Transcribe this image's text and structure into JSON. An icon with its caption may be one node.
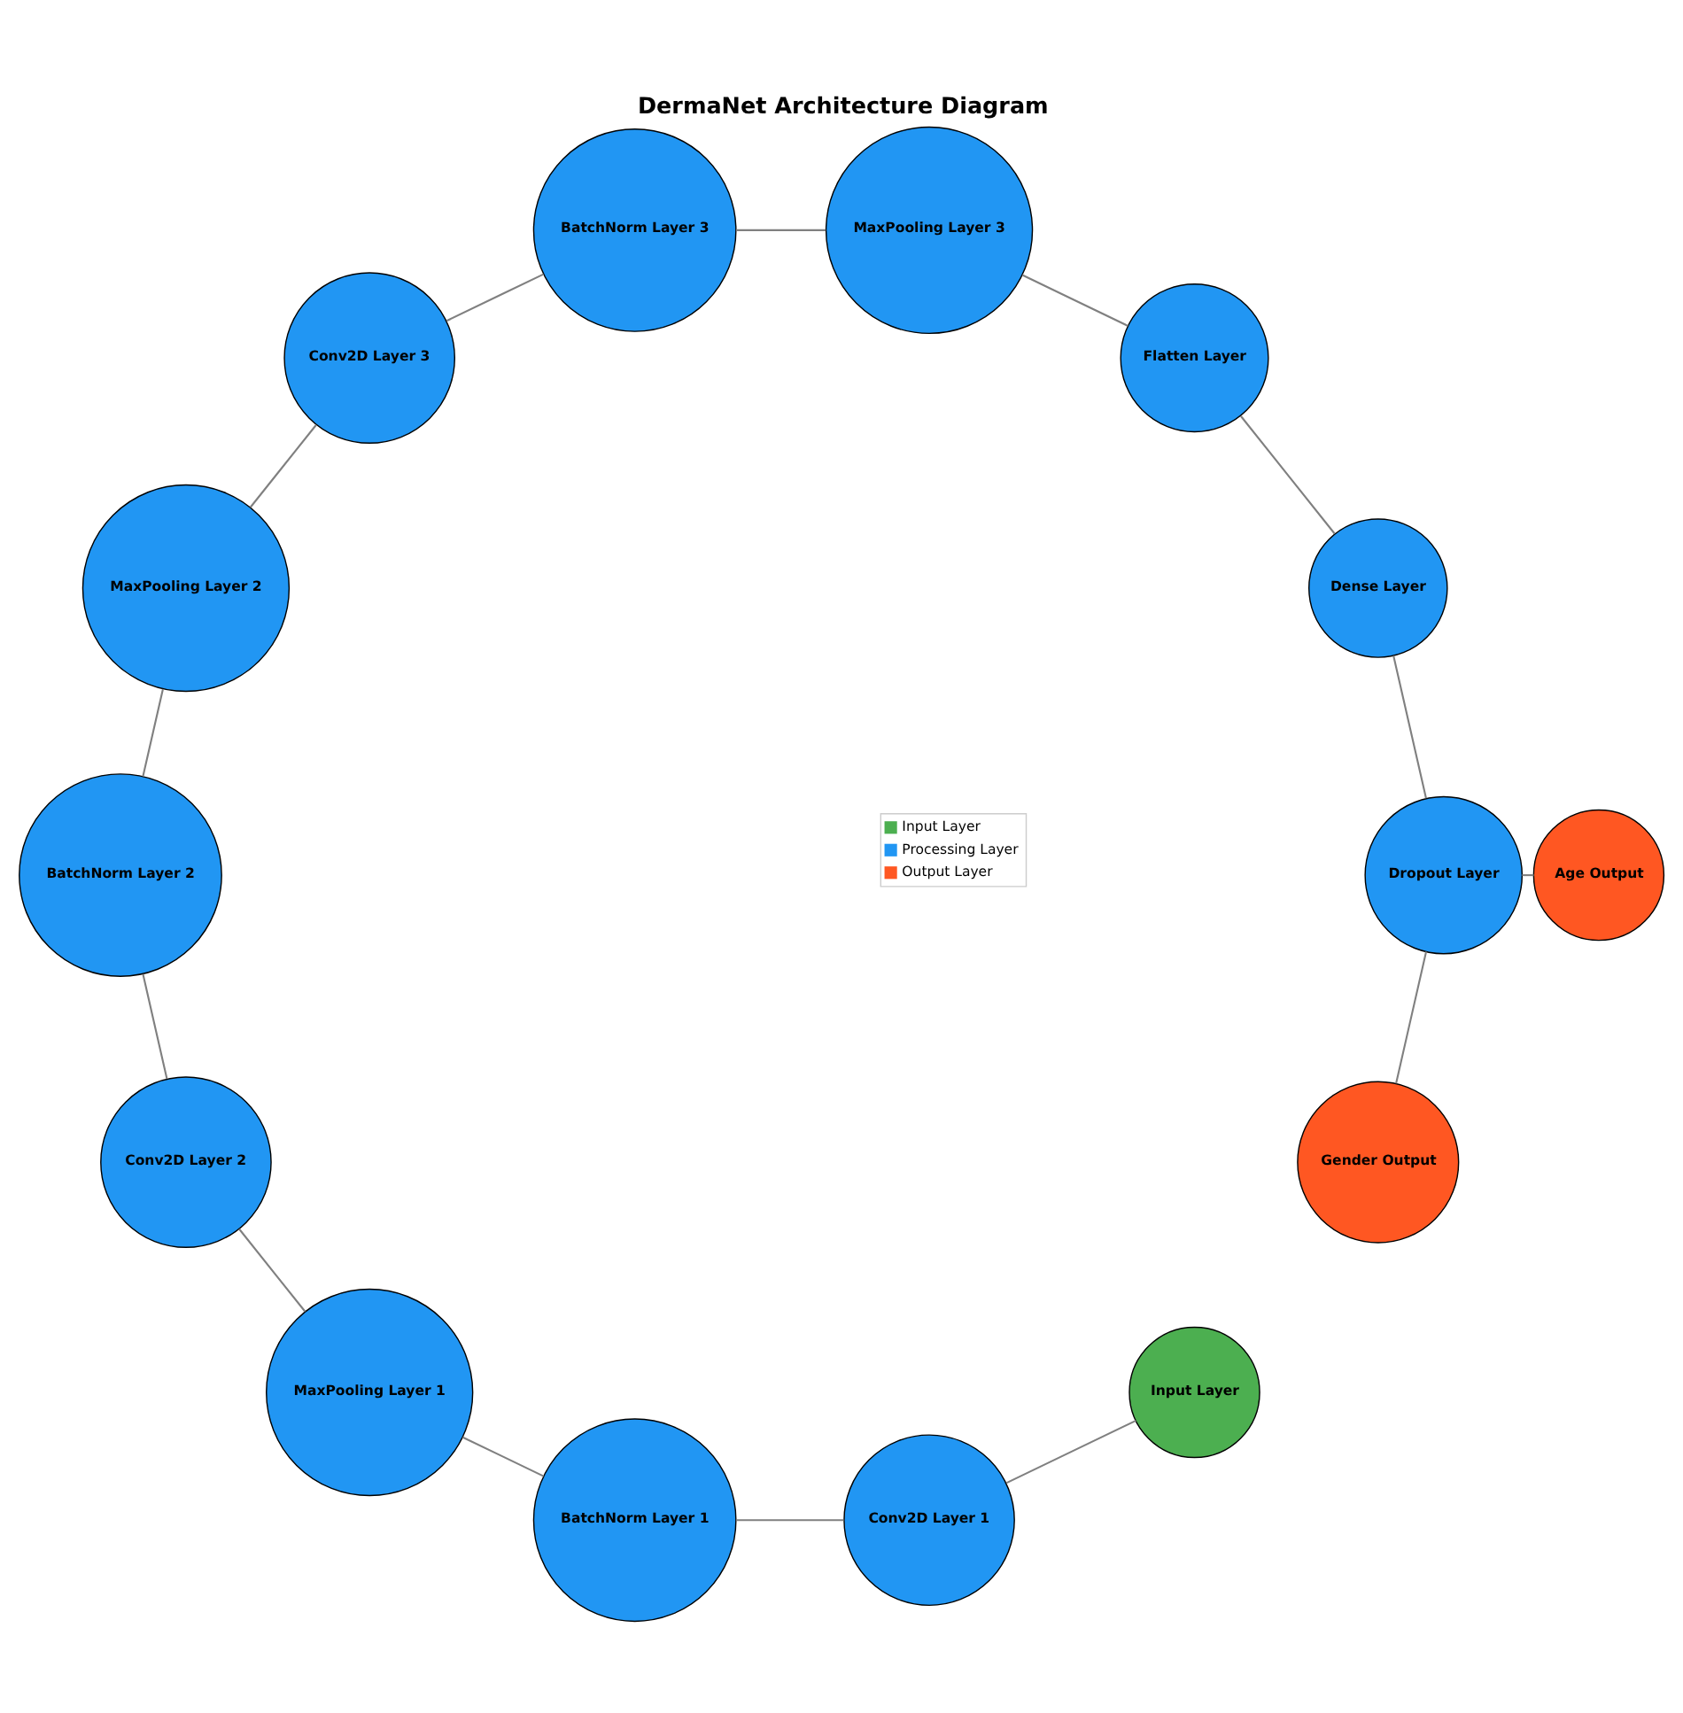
{
  "diagram": {
    "title": "DermaNet Architecture Diagram",
    "nodes": [
      {
        "text": [
          "Input Layer"
        ]
      },
      {
        "text": [
          "Conv2D Layer 1"
        ]
      },
      {
        "text": [
          "BatchNorm Layer 1"
        ]
      },
      {
        "text": [
          "MaxPooling Layer 1"
        ]
      },
      {
        "text": [
          "Conv2D Layer 2"
        ]
      },
      {
        "text": [
          "BatchNorm Layer 2"
        ]
      },
      {
        "text": [
          "MaxPooling Layer 2"
        ]
      },
      {
        "text": [
          "Conv2D Layer 3"
        ]
      },
      {
        "text": [
          "BatchNorm Layer 3"
        ]
      },
      {
        "text": [
          "MaxPooling Layer 3"
        ]
      },
      {
        "text": [
          "Flatten Layer"
        ]
      },
      {
        "text": [
          "Dense Layer"
        ]
      },
      {
        "text": [
          "Dropout Layer"
        ]
      },
      {
        "text": [
          "Age Output"
        ]
      },
      {
        "text": [
          "Gender Output"
        ]
      }
    ],
    "edges": [
      {
        "from": 0,
        "to": 1,
        "arrow": "none"
      },
      {
        "from": 1,
        "to": 2,
        "arrow": "none"
      },
      {
        "from": 2,
        "to": 3,
        "arrow": "none"
      },
      {
        "from": 3,
        "to": 4,
        "arrow": "none"
      },
      {
        "from": 4,
        "to": 5,
        "arrow": "none"
      },
      {
        "from": 5,
        "to": 6,
        "arrow": "none"
      },
      {
        "from": 6,
        "to": 7,
        "arrow": "none"
      },
      {
        "from": 7,
        "to": 8,
        "arrow": "none"
      },
      {
        "from": 8,
        "to": 9,
        "arrow": "none"
      },
      {
        "from": 9,
        "to": 10,
        "arrow": "none"
      },
      {
        "from": 10,
        "to": 11,
        "arrow": "none"
      },
      {
        "from": 11,
        "to": 12,
        "arrow": "none"
      },
      {
        "from": 12,
        "to": 13,
        "arrow": "none"
      },
      {
        "from": 12,
        "to": 14,
        "arrow": "none"
      }
    ],
    "legend": [
      {
        "text": "Input Layer",
        "color": "#4caf50"
      },
      {
        "text": "Processing Layer",
        "color": "#2196f3"
      },
      {
        "text": "Output Layer",
        "color": "#ff5722"
      }
    ]
  }
}
